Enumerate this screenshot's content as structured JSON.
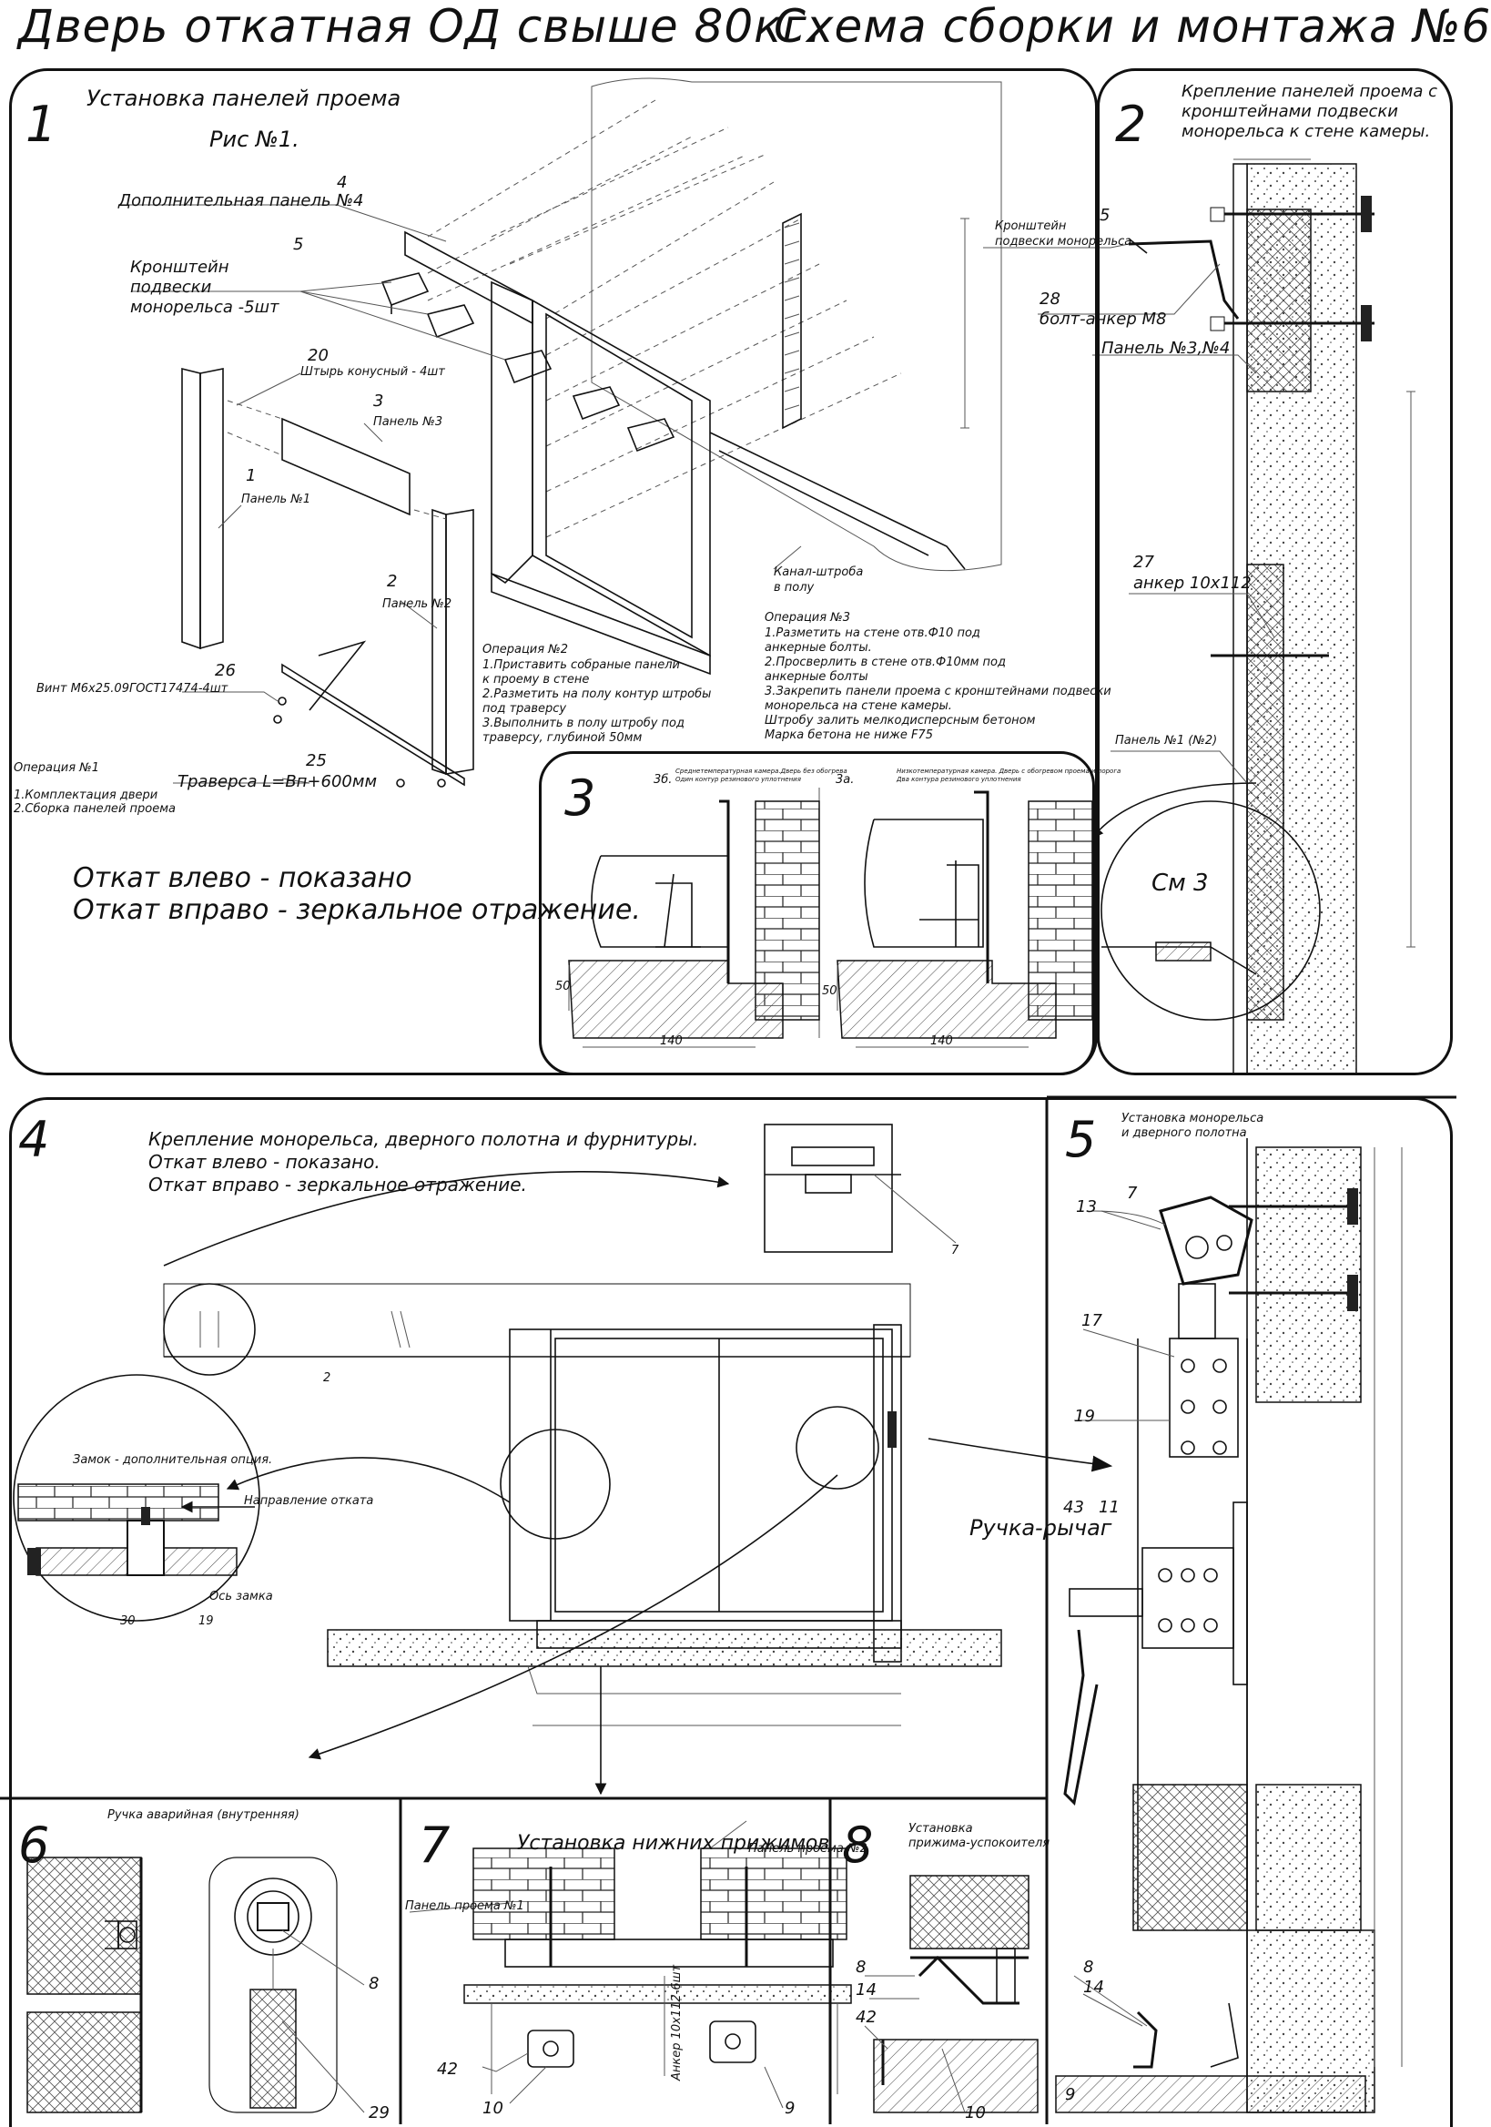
{
  "header": {
    "title": "Дверь откатная ОД свыше 80кг.",
    "subtitle": "Схема сборки и монтажа №6"
  },
  "s1": {
    "num": "1",
    "title1": "Установка панелей проема",
    "title2": "Рис №1.",
    "lbl_panel4": "Дополнительная панель №4",
    "lbl_bracket": "Кронштейн подвески монорельса -5шт",
    "lbl_pin": "Штырь конусный - 4шт",
    "lbl_panel3": "Панель №3",
    "lbl_panel1": "Панель №1",
    "lbl_panel2": "Панель №2",
    "lbl_screw": "Винт М6х25.09ГОСТ17474-4шт",
    "lbl_traverse": "Траверса  L=Вп+600мм",
    "lbl_channel": "Канал-штроба в полу",
    "n4": "4",
    "n5": "5",
    "n20": "20",
    "n3": "3",
    "n1": "1",
    "n2": "2",
    "n26": "26",
    "n25": "25",
    "op1_title": "Операция №1",
    "op1_lines": [
      "1.Комплектация двери",
      "2.Сборка панелей проема"
    ],
    "op2_title": "Операция №2",
    "op2_lines": [
      "1.Приставить собраные панели",
      "к проему в стене",
      "2.Разметить на полу контур штробы",
      "под траверсу",
      "3.Выполнить в полу штробу под",
      "траверсу, глубиной 50мм"
    ],
    "op3_title": "Операция №3",
    "op3_lines": [
      "1.Разметить на стене отв.Ф10 под",
      "анкерные болты.",
      "2.Просверлить в стене отв.Ф10мм   под",
      "анкерные болты",
      "3.Закрепить панели проема с кронштейнами подвески",
      "монорельса на стене камеры.",
      "Штробу залить мелкодисперсным бетоном",
      "Марка бетона не ниже   F75"
    ],
    "note1": "Откат влево - показано",
    "note2": "Откат вправо - зеркальное отражение."
  },
  "s2": {
    "num": "2",
    "title": [
      "Крепление панелей проема с",
      "кронштейнами  подвески",
      "монорельса к стене камеры."
    ],
    "lbl_bracket": [
      "Кронштейн",
      "подвески монорельса"
    ],
    "n5": "5",
    "n28": "28",
    "lbl_bolt": "болт-анкер М8",
    "lbl_panel34": "Панель №3,№4",
    "n27": "27",
    "lbl_anchor": "анкер 10х112",
    "lbl_panel12": "Панель №1 (№2)",
    "lbl_see": "См 3"
  },
  "s3": {
    "num": "3",
    "a1": "3б.",
    "a2": "3а.",
    "cap1": [
      "Среднетемпературная камера.Дверь без обогрева",
      "Один контур резинового уплотнения"
    ],
    "cap2": [
      "Низкотемпературная камера. Дверь с обогревом проема и порога",
      "Два контура резинового уплотнения"
    ],
    "dim140": "140",
    "dim50": "50"
  },
  "s4": {
    "num": "4",
    "title": [
      "Крепление монорельса, дверного полотна и фурнитуры.",
      "Откат влево - показано.",
      "Откат вправо - зеркальное отражение."
    ],
    "lbl_lock": "Замок - дополнительная опция.",
    "lbl_dir": "Направление отката",
    "lbl_axis": "Ось замка",
    "n30": "30",
    "n19": "19",
    "n7": "7",
    "n2": "2"
  },
  "s5": {
    "num": "5",
    "title": [
      "Установка монорельса",
      "и дверного полотна"
    ],
    "n7": "7",
    "n13": "13",
    "n17": "17",
    "n19": "19",
    "n43": "43",
    "n11": "11",
    "lbl_handle": "Ручка-рычаг",
    "n8": "8",
    "n14": "14",
    "n9": "9"
  },
  "s6": {
    "num": "6",
    "title": "Ручка аварийная (внутренняя)",
    "n8": "8",
    "n29": "29"
  },
  "s7": {
    "num": "7",
    "title": "Установка  нижних прижимов",
    "lbl_p1": "Панель проема №1",
    "lbl_p2": "Панель проема №2",
    "lbl_anchor": "Анкер 10х112-6шт",
    "n42": "42",
    "n10": "10",
    "n9": "9"
  },
  "s8": {
    "num": "8",
    "title": [
      "Установка",
      "прижима-успокоителя"
    ],
    "n8": "8",
    "n14": "14",
    "n42": "42",
    "n10": "10"
  }
}
